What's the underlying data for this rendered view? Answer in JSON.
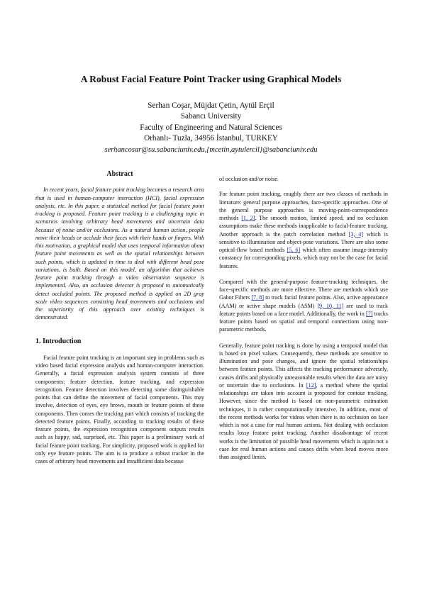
{
  "title": "A Robust Facial Feature Point Tracker using Graphical Models",
  "authors": {
    "names": "Serhan Coşar, Müjdat Çetin, Aytül Erçil",
    "affiliation1": "Sabancı University",
    "affiliation2": "Faculty of Engineering and Natural Sciences",
    "address": "Orhanlı- Tuzla, 34956 İstanbul, TURKEY",
    "email": "serhancosar@su.sabanciuniv.edu,{mcetin,aytulercil}@sabanciuniv.edu"
  },
  "abstract": {
    "heading": "Abstract",
    "text": "In recent years, facial feature point tracking becomes a research area that is used in human-computer interaction (HCI), facial expression analysis, etc. In this paper, a statistical method for facial feature point tracking is proposed. Feature point tracking is a challenging topic in scenarios involving arbitrary head movements and uncertain data because of noise and/or occlusions. As a natural human action, people move their heads or occlude their faces with their hands or fingers. With this motivation, a graphical model that uses temporal information about feature point movements as well as the spatial relationships between such points, which is updated in time to deal with different head pose variations, is built. Based on this model, an algorithm that achieves feature point tracking through a video observation sequence is implemented. Also, an occlusion detector is proposed to automatically detect occluded points. The proposed method is applied on 2D gray scale video sequences consisting head movements and occlusions and the superiority of this approach over existing techniques is demonstrated."
  },
  "intro": {
    "heading": "1. Introduction",
    "text": "Facial feature point tracking is an important step in problems such as video based facial expression analysis and human-computer interaction. Generally, a facial expression analysis system consists of three components: feature detection, feature tracking, and expression recognition. Feature detection involves detecting some distinguishable points that can define the movement of facial components. This may involve, detection of eyes, eye brows, mouth or feature points of these components. Then comes the tracking part which consists of tracking the detected feature points. Finally, according to tracking results of these feature points, the expression recognition component outputs results such as happy, sad, surprised, etc. This paper is a preliminary work of facial feature point tracking. For simplicity, proposed work is applied for only eye feature points. The aim is to produce a robust tracker in the cases of arbitrary head movements and insufficient data because"
  },
  "right": {
    "p0": "of occlusion and/or noise.",
    "p1": {
      "a": "For feature point tracking, roughly there are two classes of methods in literature: general purpose approaches, face-specific approaches. One of the general purpose approaches is moving-point-correspondence methods ",
      "c1": "[1, 2]",
      "b": ". The smooth motion, limited speed, and no occlusion assumptions make these methods inapplicable to facial-feature tracking. Another approach is the patch correlation method ",
      "c2": "[3, 4]",
      "c": " which is sensitive to illumination and object-pose variations. There are also some optical-flow based methods ",
      "c3": "[5, 6]",
      "d": " which often assume image-intensity constancy for corresponding pixels, which may not be the case for facial features."
    },
    "p2": {
      "a": "Compared with the general-purpose feature-tracking techniques, the face-specific methods are more effective. There are methods which use Gabor Filters ",
      "c1": "[7, 8]",
      "b": " to track facial feature points. Also, active appearance (AAM) or active shape models (ASM) ",
      "c2": "[9, 10, 11]",
      "c": " are used to track feature points based on a face model. Additionally, the work in ",
      "c3": "[7]",
      "d": " tracks feature points based on spatial and temporal connections using non-parametric methods."
    },
    "p3": {
      "a": "Generally, feature point tracking is done by using a temporal model that is based on pixel values. Consequently, these methods are sensitive to illumination and pose changes, and ignore the spatial relationships between feature points. This affects the tracking performance adversely, causes drifts and physically unreasonable results when the data are noisy or uncertain due to occlusions. In ",
      "c1": "[12]",
      "b": ", a method where the spatial relationships are taken into account is proposed for contour tracking. However, since the method is based on non-parametric estimation techniques, it is rather computationally intensive. In addition, most of the recent methods works for videos when there is no occlusion on face which is not a case for real human actions. Not dealing with occlusion results lossy feature point tracking. Another disadvantage of recent works is the limitation of possible head movements which is again not a case for real human actions and causes drifts when head moves more than assigned limits."
    }
  }
}
